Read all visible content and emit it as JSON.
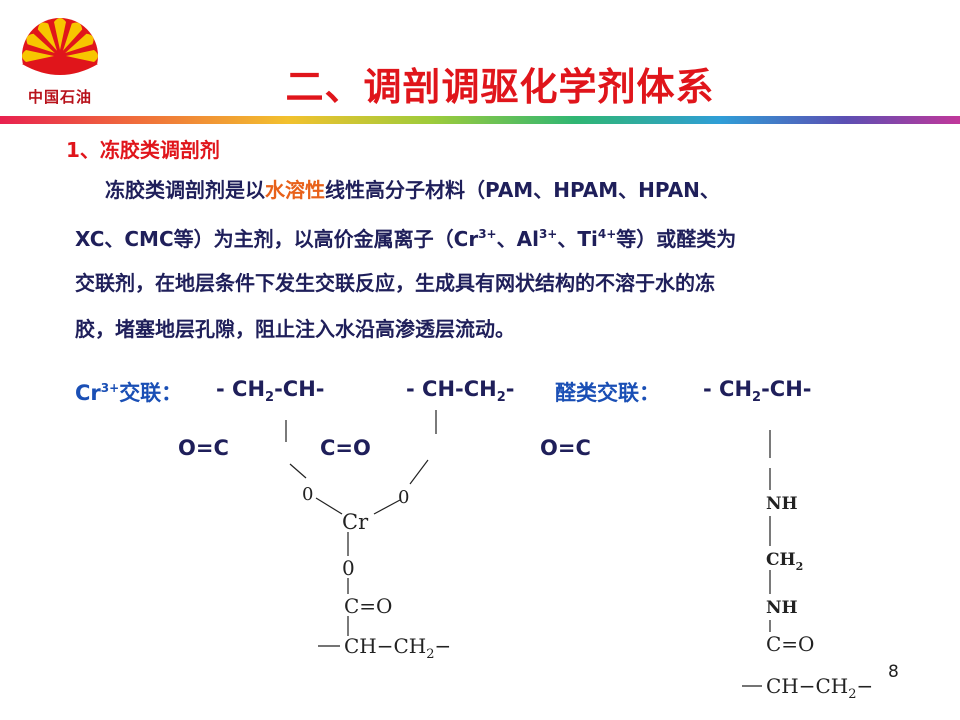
{
  "logo": {
    "text": "中国石油",
    "icon": "petrochina-sunflower-logo"
  },
  "title": "二、调剖调驱化学剂体系",
  "section_heading": "1、冻胶类调剖剂",
  "paragraph": {
    "line1_a": "冻胶类调剖剂是以",
    "line1_highlight": "水溶性",
    "line1_b": "线性高分子材料（PAM、HPAM、HPAN、",
    "line2_a": "XC、CMC等）为主剂，以高价金属离子（Cr",
    "line2_sup1": "3+",
    "line2_b": "、Al",
    "line2_sup2": "3+",
    "line2_c": "、Ti",
    "line2_sup3": "4+",
    "line2_d": "等）或醛类为",
    "line3": "交联剂，在地层条件下发生交联反应，生成具有网状结构的不溶于水的冻",
    "line4": "胶，堵塞地层孔隙，阻止注入水沿高渗透层流动。"
  },
  "crosslink": {
    "cr_label_a": "Cr",
    "cr_label_sup": "3+",
    "cr_label_b": "交联：",
    "chain1_a": "- CH",
    "chain1_sub": "2",
    "chain1_b": "-CH-",
    "chain2_a": "- CH-CH",
    "chain2_sub": "2",
    "chain2_b": "-",
    "ald_label": "醛类交联：",
    "chain3_a": "- CH",
    "chain3_sub": "2",
    "chain3_b": "-CH-",
    "oc1": "O=C",
    "co": "C=O",
    "oc2": "O=C"
  },
  "cr_structure": {
    "o_left": "0",
    "o_right": "0",
    "cr": "Cr",
    "o_below": "0",
    "c_eq_o": "C=O",
    "chain_a": "CH−CH",
    "chain_sub": "2"
  },
  "ald_structure": {
    "nh1": "NH",
    "ch2_a": "CH",
    "ch2_sub": "2",
    "nh2": "NH",
    "c_eq_o": "C=O",
    "chain_a": "CH−CH",
    "chain_sub": "2"
  },
  "page_number": "8"
}
